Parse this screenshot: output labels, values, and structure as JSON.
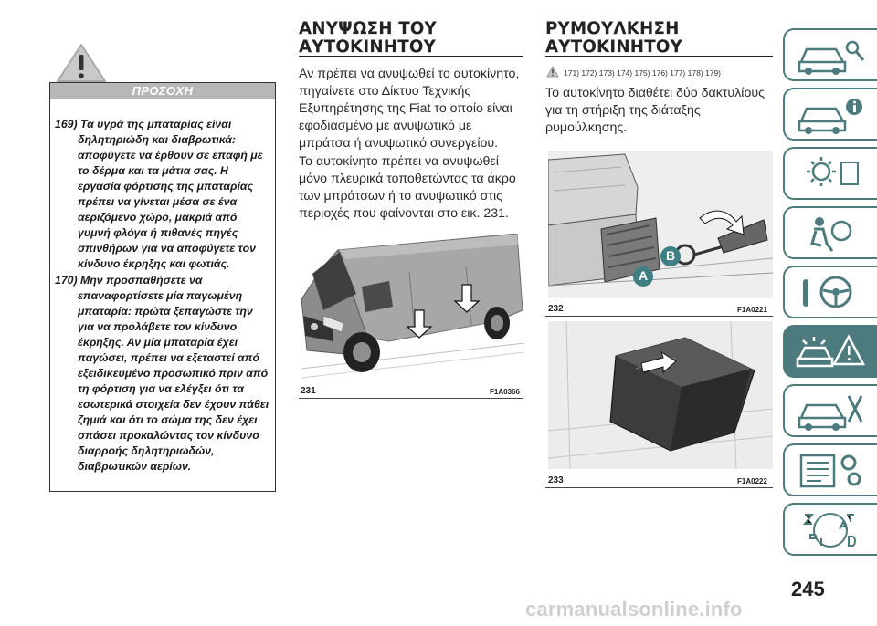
{
  "page": {
    "number": "245",
    "watermark": "carmanualsonline.info"
  },
  "warning": {
    "icon": "warning-triangle-icon",
    "title": "ΠΡΟΣΟΧΗ",
    "items": [
      "169) Τα υγρά της μπαταρίας είναι δηλητηριώδη και διαβρωτικά: αποφύγετε να έρθουν σε επαφή με το δέρμα και τα μάτια σας. Η εργασία φόρτισης της μπαταρίας πρέπει να γίνεται μέσα σε ένα αεριζόμενο χώρο, μακριά από γυμνή φλόγα ή πιθανές πηγές σπινθήρων για να αποφύγετε τον κίνδυνο έκρηξης και φωτιάς.",
      "170) Μην προσπαθήσετε να επαναφορτίσετε μία παγωμένη μπαταρία: πρώτα ξεπαγώστε την για να προλάβετε τον κίνδυνο έκρηξης. Αν μία μπαταρία έχει παγώσει, πρέπει να εξεταστεί από εξειδικευμένο προσωπικό πριν από τη φόρτιση για να ελέγξει ότι τα εσωτερικά στοιχεία δεν έχουν πάθει ζημιά και ότι το σώμα της δεν έχει σπάσει προκαλώντας τον κίνδυνο διαρροής δηλητηριωδών, διαβρωτικών αερίων."
    ]
  },
  "lifting": {
    "title_line1": "ΑΝΥΨΩΣΗ ΤΟΥ",
    "title_line2": "ΑΥΤΟΚΙΝΗΤΟΥ",
    "paragraphs": [
      "Αν πρέπει να ανυψωθεί το αυτοκίνητο, πηγαίνετε στο Δίκτυο Τεχνικής Εξυπηρέτησης της Fiat το οποίο είναι εφοδιασμένο με ανυψωτικό με μπράτσα ή ανυψωτικό συνεργείου.",
      "Το αυτοκίνητο πρέπει να ανυψωθεί μόνο πλευρικά τοποθετώντας τα άκρο των μπράτσων ή το ανυψωτικό στις περιοχές που φαίνονται στο εικ. 231."
    ],
    "figure": {
      "number": "231",
      "code": "F1A0366"
    }
  },
  "towing": {
    "title_line1": "ΡΥΜΟΥΛΚΗΣΗ",
    "title_line2": "ΑΥΤΟΚΙΝΗΤΟΥ",
    "refs": "171) 172) 173) 174) 175) 176) 177) 178) 179)",
    "paragraph": "Το αυτοκίνητο διαθέτει δύο δακτυλίους για τη στήριξη της διάταξης ρυμούλκησης.",
    "figure_232": {
      "number": "232",
      "code": "F1A0221",
      "label_a": "A",
      "label_b": "B",
      "label_color": "#3d7f82"
    },
    "figure_233": {
      "number": "233",
      "code": "F1A0222"
    }
  },
  "tabs": [
    {
      "name": "car-dashboard-icon",
      "active": false
    },
    {
      "name": "car-info-icon",
      "active": false
    },
    {
      "name": "warning-lights-icon",
      "active": false
    },
    {
      "name": "airbag-passenger-icon",
      "active": false
    },
    {
      "name": "steering-wheel-icon",
      "active": false
    },
    {
      "name": "car-emergency-icon",
      "active": true
    },
    {
      "name": "maintenance-tools-icon",
      "active": false
    },
    {
      "name": "technical-data-icon",
      "active": false
    },
    {
      "name": "alphabetical-index-icon",
      "active": false
    }
  ],
  "tab_accent": "#4d7a7c"
}
